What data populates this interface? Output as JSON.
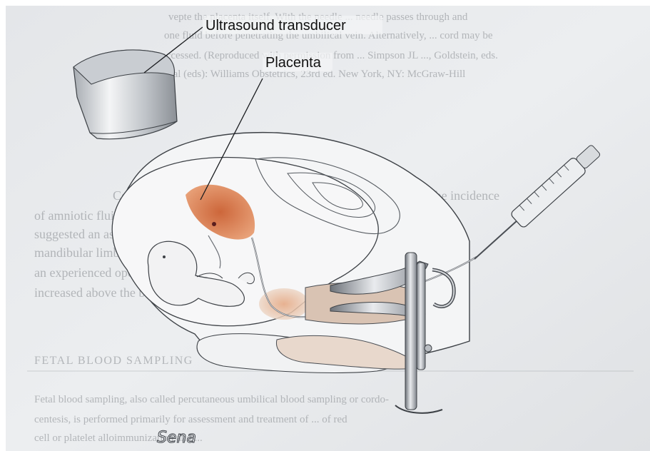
{
  "figure": {
    "labels": {
      "transducer": "Ultrasound transducer",
      "placenta": "Placenta"
    },
    "background_text": {
      "top_lines": [
        "vepte the placenta itself. With the needle ... needle passes through and",
        "one fluid before penetrating the umbilical vein. Alternatively, ... cord may be",
        "accessed. (Reproduced with permission from ... Simpson JL ..., Goldstein, eds.",
        "et al (eds): Williams Obstetrics, 23rd ed. New York, NY: McGraw-Hill"
      ],
      "middle_lines": [
        "Complications of CVS are similar to those of amniocentesis. The incidence",
        "of amniotic fluid leakage or infection ... body upon",
        "suggested an association between ... defects and oro-",
        "mandibular limb hypogenesis ... performed by",
        "an experienced operator ... defects is not",
        "increased above the background"
      ],
      "section_heading": "FETAL BLOOD SAMPLING",
      "bottom_lines": [
        "Fetal blood sampling, also called percutaneous umbilical blood sampling or cordo-",
        "centesis, is performed primarily for assessment and treatment of ... of red",
        "cell or platelet alloimmunization and ... "
      ]
    },
    "signature": "Sena",
    "colors": {
      "paper": "#e9ebee",
      "placenta": "#d7703f",
      "metal": "#9aa0a6",
      "outline": "#3d4146"
    }
  }
}
